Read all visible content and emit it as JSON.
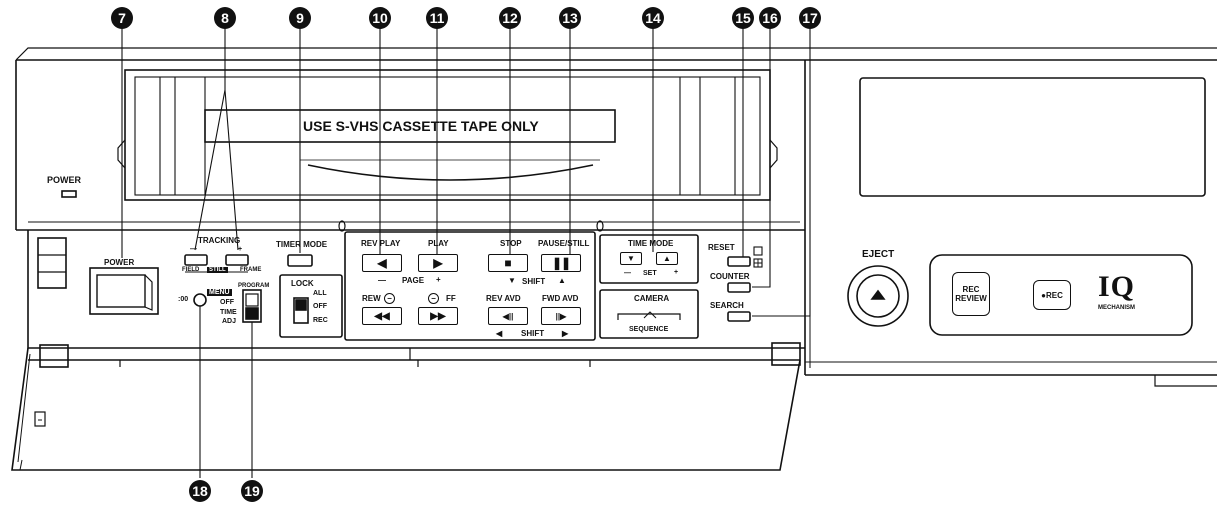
{
  "callouts": [
    "7",
    "8",
    "9",
    "10",
    "11",
    "12",
    "13",
    "14",
    "15",
    "16",
    "17",
    "18",
    "19"
  ],
  "cassette_slot_text": "USE S-VHS CASSETTE TAPE ONLY",
  "power_indicator_label": "POWER",
  "power_button_label": "POWER",
  "tracking": {
    "title": "TRACKING",
    "minus": "—",
    "plus": "+",
    "field": "FIELD",
    "frame": "FRAME",
    "still": "STILL"
  },
  "timer_mode_label": "TIMER MODE",
  "lock": {
    "title": "LOCK",
    "all": "ALL",
    "off": "OFF",
    "rec": "REC"
  },
  "menu_switch": {
    "menu": "MENU",
    "program": "PROGRAM",
    "off": "OFF",
    "time": "TIME",
    "adj": "ADJ",
    "reset00": ":00"
  },
  "transport": {
    "rev_play": "REV PLAY",
    "play": "PLAY",
    "stop": "STOP",
    "pause_still": "PAUSE/STILL",
    "page": "PAGE",
    "page_minus": "—",
    "page_plus": "+",
    "shift_top": "SHIFT",
    "shift_down": "▼",
    "shift_up": "▲",
    "rew": "REW",
    "ff": "FF",
    "rev_avd": "REV AVD",
    "fwd_avd": "FWD AVD",
    "shift_bottom": "SHIFT",
    "shift_left": "◀",
    "shift_right": "▶"
  },
  "time_mode": {
    "title": "TIME MODE",
    "set": "SET",
    "minus": "—",
    "plus": "+"
  },
  "camera": {
    "title": "CAMERA",
    "sequence": "SEQUENCE"
  },
  "reset_label": "RESET",
  "counter_label": "COUNTER",
  "search_label": "SEARCH",
  "eject_label": "EJECT",
  "rec_review_line1": "REC",
  "rec_review_line2": "REVIEW",
  "rec_button_label": "●REC",
  "brand_logo": "IQ",
  "brand_sub": "MECHANISM"
}
